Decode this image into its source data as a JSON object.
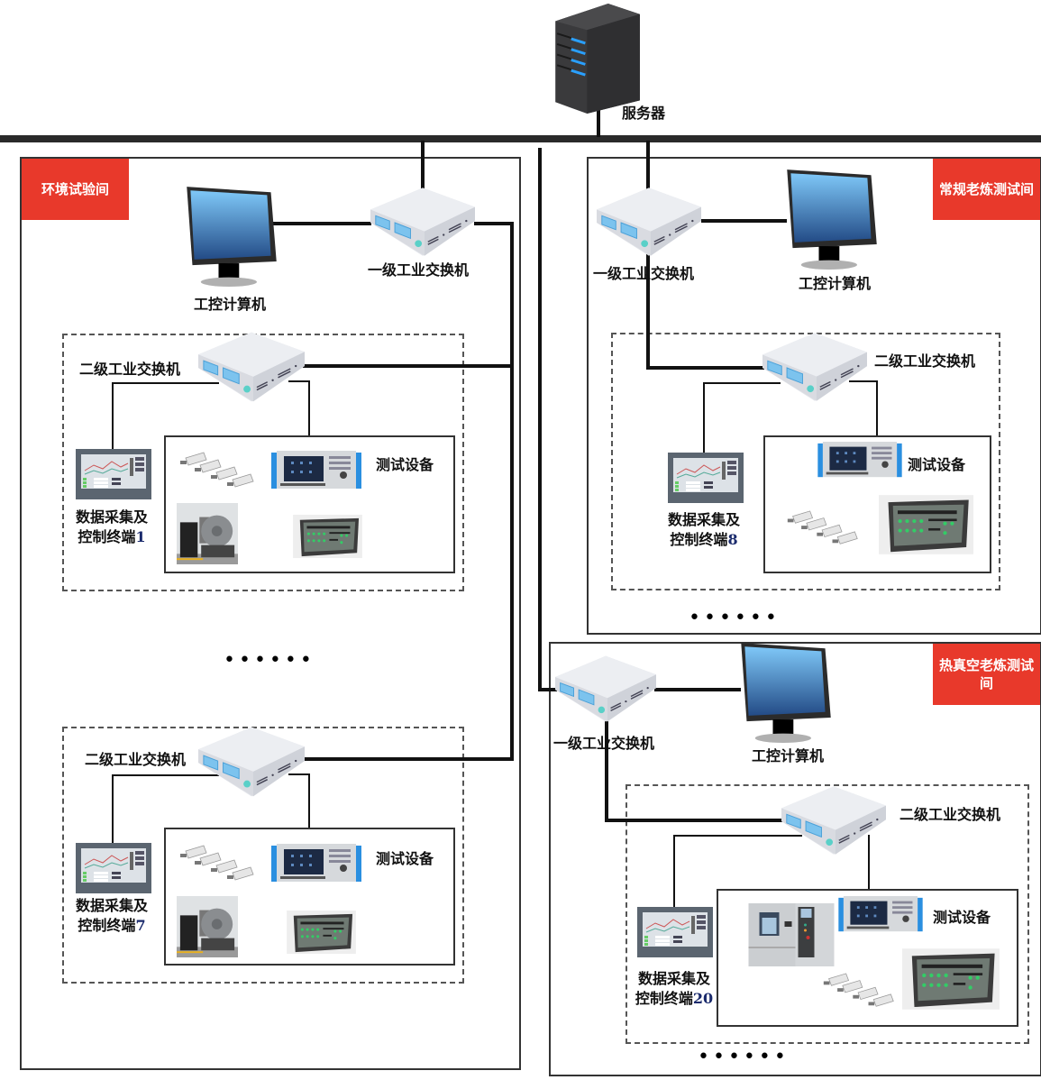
{
  "server": {
    "label": "服务器",
    "icon": "server-icon"
  },
  "rooms": [
    {
      "name": "环境试验间",
      "pc_label": "工控计算机",
      "l1_switch_label": "一级工业交换机",
      "groups": [
        {
          "switch_label": "二级工业交换机",
          "terminal_line1": "数据采集及",
          "terminal_line2": "控制终端",
          "terminal_no": "1",
          "equipment_label": "测试设备"
        },
        {
          "switch_label": "二级工业交换机",
          "terminal_line1": "数据采集及",
          "terminal_line2": "控制终端",
          "terminal_no": "7",
          "equipment_label": "测试设备"
        }
      ],
      "ellipsis": "••••••"
    },
    {
      "name": "常规老炼测试间",
      "pc_label": "工控计算机",
      "l1_switch_label": "一级工业交换机",
      "groups": [
        {
          "switch_label": "二级工业交换机",
          "terminal_line1": "数据采集及",
          "terminal_line2": "控制终端",
          "terminal_no": "8",
          "equipment_label": "测试设备"
        }
      ],
      "ellipsis": "••••••"
    },
    {
      "name": "热真空老炼测试间",
      "pc_label": "工控计算机",
      "l1_switch_label": "一级工业交换机",
      "groups": [
        {
          "switch_label": "二级工业交换机",
          "terminal_line1": "数据采集及",
          "terminal_line2": "控制终端",
          "terminal_no": "20",
          "equipment_label": "测试设备"
        }
      ],
      "ellipsis": "••••••"
    }
  ],
  "colors": {
    "tag": "#e8392b",
    "wire": "#1a1a1a",
    "switch_body": "#e3e5ea",
    "port": "#7cc3ee"
  }
}
